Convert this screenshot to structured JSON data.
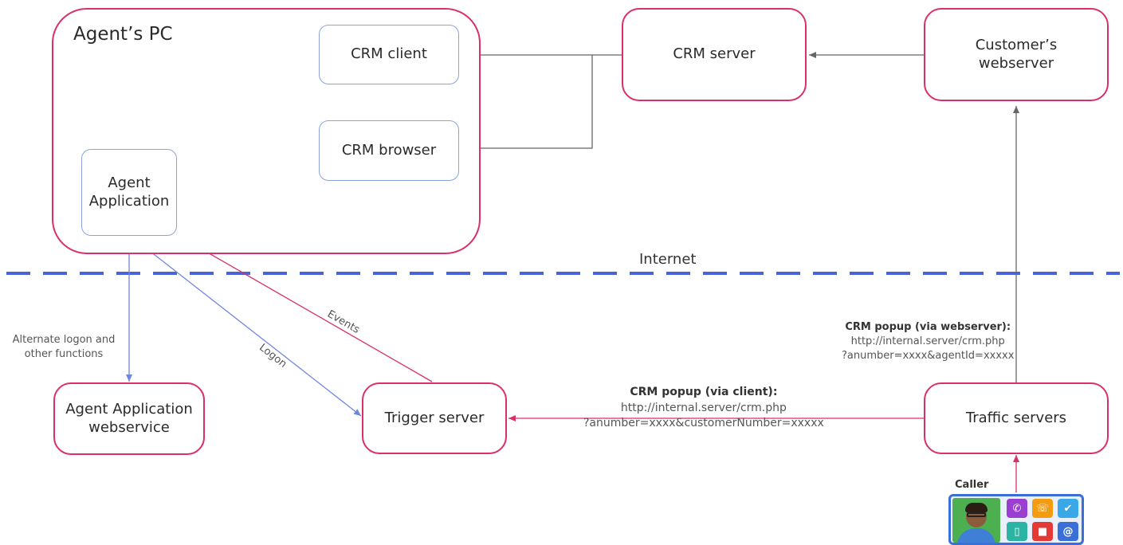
{
  "agent_pc": {
    "title": "Agent’s PC"
  },
  "boxes": {
    "crm_client": "CRM client",
    "crm_browser": "CRM browser",
    "agent_application": "Agent Application",
    "crm_server": "CRM server",
    "customers_webserver": "Customer’s webserver",
    "agent_app_webservice": "Agent Application webservice",
    "trigger_server": "Trigger server",
    "traffic_servers": "Traffic servers"
  },
  "labels": {
    "internet": "Internet",
    "alternate_logon": "Alternate logon and other functions",
    "logon": "Logon",
    "events": "Events",
    "popup_webserver": {
      "title": "CRM popup (via webserver):",
      "url": "http://internal.server/crm.php",
      "query": "?anumber=xxxx&agentId=xxxxx"
    },
    "popup_client": {
      "title": "CRM popup (via client):",
      "url": "http://internal.server/crm.php",
      "query": "?anumber=xxxx&customerNumber=xxxxx"
    },
    "caller": "Caller"
  },
  "colors": {
    "pink": "#d92f6b",
    "blue_line": "#6f86e0",
    "dashed": "#4a63d8",
    "gray_arrow": "#666666"
  },
  "caller_icons": [
    {
      "name": "phone-icon",
      "color": "#9b3fd0"
    },
    {
      "name": "chat-icon",
      "color": "#f39c12"
    },
    {
      "name": "twitter-icon",
      "color": "#3aa8e8"
    },
    {
      "name": "mobile-icon",
      "color": "#2bb3a3"
    },
    {
      "name": "video-icon",
      "color": "#e53935"
    },
    {
      "name": "email-icon",
      "color": "#3b6fd8"
    }
  ]
}
